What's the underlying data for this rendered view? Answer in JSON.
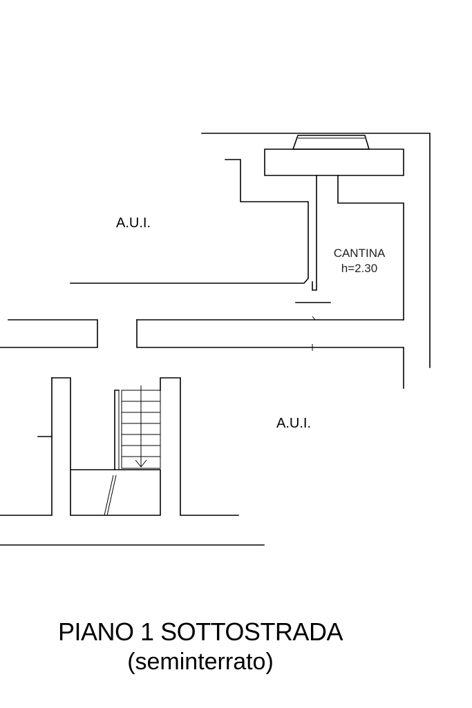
{
  "rooms": {
    "aui_upper": "A.U.I.",
    "aui_lower": "A.U.I.",
    "cellar": {
      "name": "CANTINA",
      "height": "h=2.30"
    }
  },
  "title": {
    "main": "PIANO 1 SOTTOSTRADA",
    "sub": "(seminterrato)"
  },
  "colors": {
    "lines": "#000000",
    "background": "#ffffff"
  }
}
